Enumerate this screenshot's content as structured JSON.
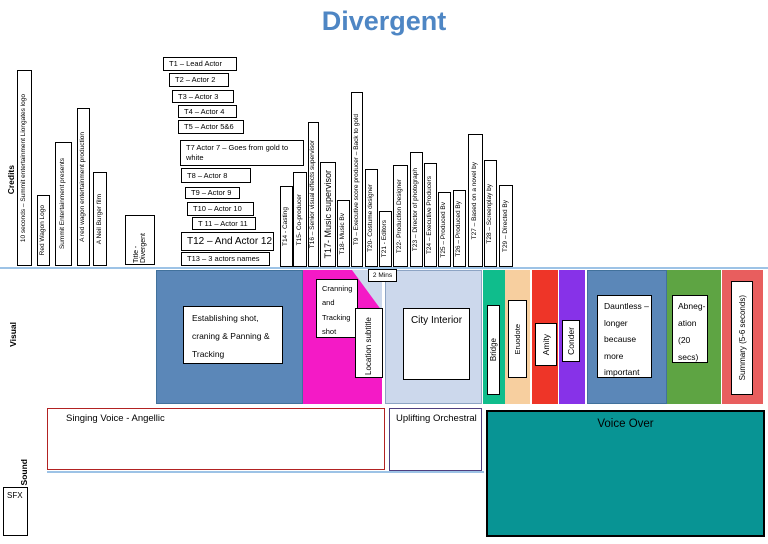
{
  "title": "Divergent",
  "row_labels": {
    "credits": "Credits",
    "visual": "Visual",
    "sound": "Sound"
  },
  "credits": {
    "intro_bars": [
      "10 seconds – Summit entertainment Liongates logo",
      "Red Wagon Logo",
      "Summit Entertainment presents",
      "A red wagon entertainment production",
      "A Neil Burger film"
    ],
    "title_card": "Title - Divergent",
    "actor_cards": [
      "T1 – Lead Actor",
      "T2 – Actor 2",
      "T3 – Actor 3",
      "T4 – Actor 4",
      "T5 – Actor 5&6",
      "T7 Actor 7 – Goes from gold to white",
      "T8 – Actor 8",
      "T9 – Actor 9",
      "T10 – Actor 10",
      "T 11 – Actor 11",
      "T12 – And Actor 12",
      "T13 – 3 actors names"
    ],
    "crew_bars": [
      "T14 - Casting",
      "T15- Co-producer",
      "T16 – Senior visual effects supervisor",
      "T17- Music supervisor",
      "T18- Music Bv",
      "T9 – Executive score producer – Back to gold",
      "T20- Costume designer",
      "T21 - Editors",
      "T22- Production Designer",
      "T23 – Director of photograph",
      "T24 – Executive Producers",
      "T25 – Produced Bv",
      "T26 – Produced By",
      "T27 – Based on a novel by",
      "T28 – Screenplay by",
      "T29 – Directed By"
    ],
    "duration_note": "2 Mins"
  },
  "visual": {
    "establishing_card": "Establishing shot, craning & Panning & Tracking",
    "cranning_card": "Cranning and Tracking shot",
    "location_card": "Location subtitle",
    "city_card": "City Interior",
    "bridge_card": "Bridge",
    "erudite_card": "Eruodote",
    "amity_card": "Amity",
    "candor_card": "Conder",
    "dauntless_card": "Dauntless – longer because more important",
    "abnegation_card": "Abneg-ation (20 secs)",
    "summary_card": "Summary (5-6 seconds)"
  },
  "sound": {
    "singing_voice": "Singing Voice - Angellic",
    "uplifting": "Uplifting Orchestral",
    "voice_over": "Voice Over",
    "sfx": "SFX"
  },
  "colors": {
    "title_blue": "#4e86c4",
    "steel_blue_band": "#5b87b8",
    "magenta_band": "#f41ac6",
    "pale_blue_band": "#ccd8ec",
    "teal_green_band": "#0fbd8c",
    "peach_band": "#f7cf9f",
    "red_band": "#ee3528",
    "purple_band": "#8732e8",
    "green_band": "#5ea443",
    "soft_red_band": "#e85e5e",
    "voice_over_teal": "#089494",
    "timeline_line": "#9dc3e6",
    "singing_border": "#b22222",
    "uplifting_border": "#4f3f7f"
  }
}
